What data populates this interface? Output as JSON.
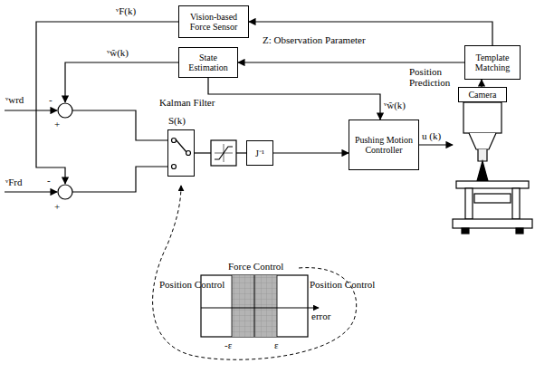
{
  "diagram": {
    "nodes": [
      {
        "text": [
          "Vision-based Force Sensor"
        ]
      },
      {
        "text": [
          "State Estimation"
        ]
      },
      {
        "text": [
          "Template Matching"
        ]
      },
      {
        "text": [
          "S(k)"
        ]
      },
      {
        "text": [
          "J⁻¹"
        ]
      },
      {
        "text": [
          "Pushing Motion Controller"
        ]
      },
      {
        "text": [
          "Camera"
        ]
      }
    ],
    "edges": [
      {
        "from": 2,
        "to": 0,
        "arrow": "to"
      },
      {
        "from": 2,
        "to": 1,
        "arrow": "to"
      },
      {
        "from": 1,
        "to": 5,
        "arrow": "to"
      },
      {
        "from": 4,
        "to": 5,
        "arrow": "to"
      },
      {
        "from": 6,
        "to": 2,
        "arrow": "to"
      }
    ],
    "labels": [
      "ᵛF(k)",
      "Z: Observation Parameter",
      "ᵛŵ(k)",
      "Kalman Filter",
      "Position Prediction",
      "ᵛŵ(k)",
      "ᵛwrd",
      "-",
      "+",
      "ᵛFrd",
      "-",
      "+",
      "u (k)",
      "Force Control",
      "Position Control",
      "Position Control",
      "error",
      "-ε",
      "ε"
    ]
  }
}
